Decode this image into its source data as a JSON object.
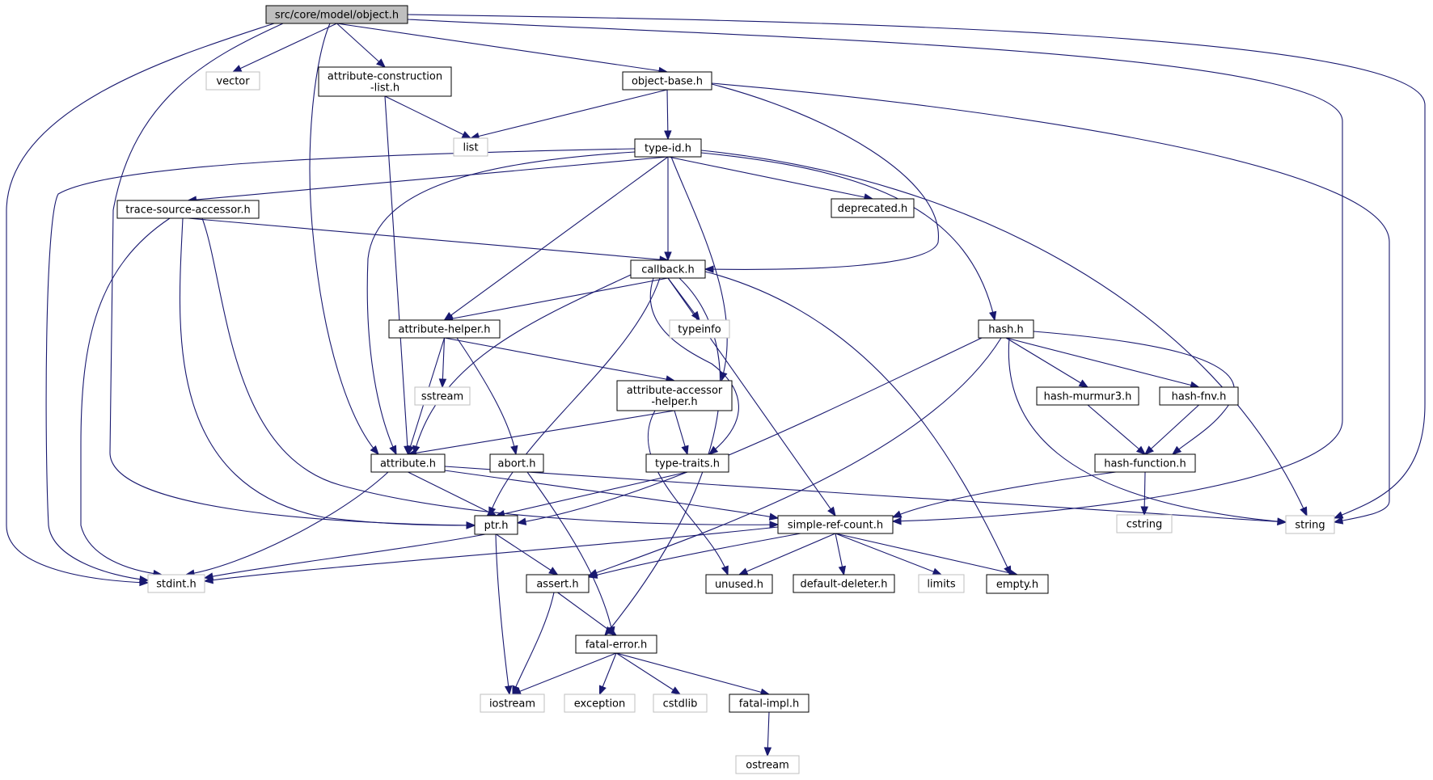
{
  "nodes": [
    {
      "id": "object_h",
      "label": [
        "src/core/model/object.h"
      ],
      "kind": "root"
    },
    {
      "id": "vector",
      "label": [
        "vector"
      ],
      "kind": "sys"
    },
    {
      "id": "attr_cons_list",
      "label": [
        "attribute-construction",
        "-list.h"
      ],
      "kind": "local"
    },
    {
      "id": "object_base",
      "label": [
        "object-base.h"
      ],
      "kind": "local"
    },
    {
      "id": "list",
      "label": [
        "list"
      ],
      "kind": "sys"
    },
    {
      "id": "type_id",
      "label": [
        "type-id.h"
      ],
      "kind": "local"
    },
    {
      "id": "trace_src",
      "label": [
        "trace-source-accessor.h"
      ],
      "kind": "local"
    },
    {
      "id": "deprecated",
      "label": [
        "deprecated.h"
      ],
      "kind": "local"
    },
    {
      "id": "callback",
      "label": [
        "callback.h"
      ],
      "kind": "local"
    },
    {
      "id": "attr_helper",
      "label": [
        "attribute-helper.h"
      ],
      "kind": "local"
    },
    {
      "id": "typeinfo",
      "label": [
        "typeinfo"
      ],
      "kind": "sys"
    },
    {
      "id": "hash_h",
      "label": [
        "hash.h"
      ],
      "kind": "local"
    },
    {
      "id": "sstream",
      "label": [
        "sstream"
      ],
      "kind": "sys"
    },
    {
      "id": "attr_acc_helper",
      "label": [
        "attribute-accessor",
        "-helper.h"
      ],
      "kind": "local"
    },
    {
      "id": "hash_murmur3",
      "label": [
        "hash-murmur3.h"
      ],
      "kind": "local"
    },
    {
      "id": "hash_fnv",
      "label": [
        "hash-fnv.h"
      ],
      "kind": "local"
    },
    {
      "id": "attribute_h",
      "label": [
        "attribute.h"
      ],
      "kind": "local"
    },
    {
      "id": "abort_h",
      "label": [
        "abort.h"
      ],
      "kind": "local"
    },
    {
      "id": "type_traits",
      "label": [
        "type-traits.h"
      ],
      "kind": "local"
    },
    {
      "id": "hash_function",
      "label": [
        "hash-function.h"
      ],
      "kind": "local"
    },
    {
      "id": "ptr_h",
      "label": [
        "ptr.h"
      ],
      "kind": "local"
    },
    {
      "id": "simple_ref",
      "label": [
        "simple-ref-count.h"
      ],
      "kind": "local"
    },
    {
      "id": "cstring",
      "label": [
        "cstring"
      ],
      "kind": "sys"
    },
    {
      "id": "string",
      "label": [
        "string"
      ],
      "kind": "sys"
    },
    {
      "id": "stdint",
      "label": [
        "stdint.h"
      ],
      "kind": "sys"
    },
    {
      "id": "assert_h",
      "label": [
        "assert.h"
      ],
      "kind": "local"
    },
    {
      "id": "unused_h",
      "label": [
        "unused.h"
      ],
      "kind": "local"
    },
    {
      "id": "default_deleter",
      "label": [
        "default-deleter.h"
      ],
      "kind": "local"
    },
    {
      "id": "limits",
      "label": [
        "limits"
      ],
      "kind": "sys"
    },
    {
      "id": "empty_h",
      "label": [
        "empty.h"
      ],
      "kind": "local"
    },
    {
      "id": "fatal_error",
      "label": [
        "fatal-error.h"
      ],
      "kind": "local"
    },
    {
      "id": "iostream",
      "label": [
        "iostream"
      ],
      "kind": "sys"
    },
    {
      "id": "exception",
      "label": [
        "exception"
      ],
      "kind": "sys"
    },
    {
      "id": "cstdlib",
      "label": [
        "cstdlib"
      ],
      "kind": "sys"
    },
    {
      "id": "fatal_impl",
      "label": [
        "fatal-impl.h"
      ],
      "kind": "local"
    },
    {
      "id": "ostream",
      "label": [
        "ostream"
      ],
      "kind": "sys"
    }
  ],
  "edges": [
    [
      "object_h",
      "vector"
    ],
    [
      "object_h",
      "attr_cons_list"
    ],
    [
      "object_h",
      "object_base"
    ],
    [
      "object_h",
      "attribute_h"
    ],
    [
      "object_h",
      "ptr_h"
    ],
    [
      "object_h",
      "stdint"
    ],
    [
      "object_h",
      "simple_ref"
    ],
    [
      "object_h",
      "string"
    ],
    [
      "attr_cons_list",
      "list"
    ],
    [
      "attr_cons_list",
      "attribute_h"
    ],
    [
      "object_base",
      "list"
    ],
    [
      "object_base",
      "type_id"
    ],
    [
      "object_base",
      "callback"
    ],
    [
      "object_base",
      "string"
    ],
    [
      "type_id",
      "trace_src"
    ],
    [
      "type_id",
      "deprecated"
    ],
    [
      "type_id",
      "callback"
    ],
    [
      "type_id",
      "attr_helper"
    ],
    [
      "type_id",
      "attr_acc_helper"
    ],
    [
      "type_id",
      "hash_h"
    ],
    [
      "type_id",
      "attribute_h"
    ],
    [
      "type_id",
      "stdint"
    ],
    [
      "type_id",
      "string"
    ],
    [
      "trace_src",
      "callback"
    ],
    [
      "trace_src",
      "ptr_h"
    ],
    [
      "trace_src",
      "simple_ref"
    ],
    [
      "trace_src",
      "stdint"
    ],
    [
      "callback",
      "attr_helper"
    ],
    [
      "callback",
      "typeinfo"
    ],
    [
      "callback",
      "attribute_h"
    ],
    [
      "callback",
      "ptr_h"
    ],
    [
      "callback",
      "type_traits"
    ],
    [
      "callback",
      "simple_ref"
    ],
    [
      "callback",
      "fatal_error"
    ],
    [
      "callback",
      "empty_h"
    ],
    [
      "attr_helper",
      "sstream"
    ],
    [
      "attr_helper",
      "attr_acc_helper"
    ],
    [
      "attr_helper",
      "attribute_h"
    ],
    [
      "attr_helper",
      "abort_h"
    ],
    [
      "attr_acc_helper",
      "attribute_h"
    ],
    [
      "attr_acc_helper",
      "type_traits"
    ],
    [
      "attr_acc_helper",
      "unused_h"
    ],
    [
      "hash_h",
      "hash_murmur3"
    ],
    [
      "hash_h",
      "hash_fnv"
    ],
    [
      "hash_h",
      "hash_function"
    ],
    [
      "hash_h",
      "ptr_h"
    ],
    [
      "hash_h",
      "assert_h"
    ],
    [
      "hash_h",
      "string"
    ],
    [
      "hash_murmur3",
      "hash_function"
    ],
    [
      "hash_fnv",
      "hash_function"
    ],
    [
      "hash_function",
      "simple_ref"
    ],
    [
      "hash_function",
      "cstring"
    ],
    [
      "attribute_h",
      "ptr_h"
    ],
    [
      "attribute_h",
      "simple_ref"
    ],
    [
      "attribute_h",
      "stdint"
    ],
    [
      "attribute_h",
      "string"
    ],
    [
      "abort_h",
      "fatal_error"
    ],
    [
      "type_traits",
      "ptr_h"
    ],
    [
      "ptr_h",
      "assert_h"
    ],
    [
      "ptr_h",
      "iostream"
    ],
    [
      "ptr_h",
      "stdint"
    ],
    [
      "simple_ref",
      "assert_h"
    ],
    [
      "simple_ref",
      "unused_h"
    ],
    [
      "simple_ref",
      "default_deleter"
    ],
    [
      "simple_ref",
      "limits"
    ],
    [
      "simple_ref",
      "empty_h"
    ],
    [
      "simple_ref",
      "stdint"
    ],
    [
      "assert_h",
      "fatal_error"
    ],
    [
      "assert_h",
      "iostream"
    ],
    [
      "fatal_error",
      "iostream"
    ],
    [
      "fatal_error",
      "exception"
    ],
    [
      "fatal_error",
      "cstdlib"
    ],
    [
      "fatal_error",
      "fatal_impl"
    ],
    [
      "fatal_impl",
      "ostream"
    ]
  ]
}
